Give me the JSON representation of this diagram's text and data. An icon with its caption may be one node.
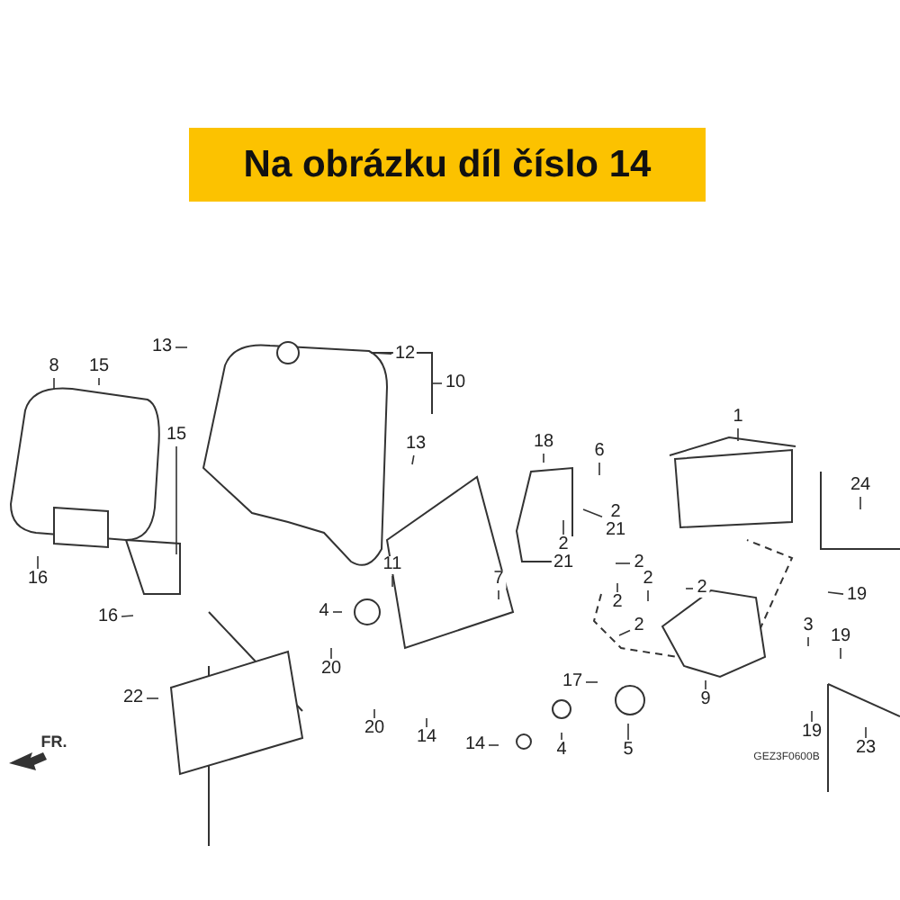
{
  "diagram": {
    "title": "Na obrázku díl číslo 14",
    "nodes": [
      {
        "text": [
          "13"
        ]
      },
      {
        "text": [
          "12"
        ]
      },
      {
        "text": [
          "8"
        ]
      },
      {
        "text": [
          "15"
        ]
      },
      {
        "text": [
          "10"
        ]
      },
      {
        "text": [
          "15"
        ]
      },
      {
        "text": [
          "13"
        ]
      },
      {
        "text": [
          "16"
        ]
      },
      {
        "text": [
          "16"
        ]
      },
      {
        "text": [
          "11"
        ]
      },
      {
        "text": [
          "4"
        ]
      },
      {
        "text": [
          "20"
        ]
      },
      {
        "text": [
          "22"
        ]
      },
      {
        "text": [
          "20"
        ]
      },
      {
        "text": [
          "14"
        ]
      },
      {
        "text": [
          "1"
        ]
      },
      {
        "text": [
          "18"
        ]
      },
      {
        "text": [
          "6"
        ]
      },
      {
        "text": [
          "2",
          "21"
        ]
      },
      {
        "text": [
          "2",
          "21"
        ]
      },
      {
        "text": [
          "24"
        ]
      },
      {
        "text": [
          "2"
        ]
      },
      {
        "text": [
          "2"
        ]
      },
      {
        "text": [
          "2"
        ]
      },
      {
        "text": [
          "7"
        ]
      },
      {
        "text": [
          "19"
        ]
      },
      {
        "text": [
          "3"
        ]
      },
      {
        "text": [
          "2"
        ]
      },
      {
        "text": [
          "2"
        ]
      },
      {
        "text": [
          "19"
        ]
      },
      {
        "text": [
          "17"
        ]
      },
      {
        "text": [
          "9"
        ]
      },
      {
        "text": [
          "19"
        ]
      },
      {
        "text": [
          "14"
        ]
      },
      {
        "text": [
          "4"
        ]
      },
      {
        "text": [
          "5"
        ]
      },
      {
        "text": [
          "23"
        ]
      }
    ],
    "edges": [
      {
        "from": 0,
        "to": null,
        "arrow": "none"
      },
      {
        "from": 1,
        "to": null,
        "arrow": "none"
      },
      {
        "from": 2,
        "to": null,
        "arrow": "none"
      },
      {
        "from": 3,
        "to": null,
        "arrow": "none"
      },
      {
        "from": 4,
        "to": null,
        "arrow": "none"
      },
      {
        "from": 5,
        "to": null,
        "arrow": "none"
      },
      {
        "from": 6,
        "to": null,
        "arrow": "none"
      },
      {
        "from": 7,
        "to": null,
        "arrow": "none"
      },
      {
        "from": 8,
        "to": null,
        "arrow": "none"
      },
      {
        "from": 9,
        "to": null,
        "arrow": "none"
      },
      {
        "from": 10,
        "to": null,
        "arrow": "none"
      },
      {
        "from": 11,
        "to": null,
        "arrow": "none"
      },
      {
        "from": 12,
        "to": null,
        "arrow": "none"
      },
      {
        "from": 13,
        "to": null,
        "arrow": "none"
      },
      {
        "from": 14,
        "to": null,
        "arrow": "none"
      },
      {
        "from": 15,
        "to": null,
        "arrow": "none"
      },
      {
        "from": 16,
        "to": null,
        "arrow": "none"
      },
      {
        "from": 17,
        "to": null,
        "arrow": "none"
      },
      {
        "from": 18,
        "to": null,
        "arrow": "none"
      },
      {
        "from": 19,
        "to": null,
        "arrow": "none"
      },
      {
        "from": 20,
        "to": null,
        "arrow": "none"
      },
      {
        "from": 21,
        "to": null,
        "arrow": "none"
      },
      {
        "from": 22,
        "to": null,
        "arrow": "none"
      },
      {
        "from": 23,
        "to": null,
        "arrow": "none"
      },
      {
        "from": 24,
        "to": null,
        "arrow": "none"
      },
      {
        "from": 25,
        "to": null,
        "arrow": "none"
      },
      {
        "from": 26,
        "to": null,
        "arrow": "none"
      },
      {
        "from": 27,
        "to": null,
        "arrow": "none"
      },
      {
        "from": 28,
        "to": null,
        "arrow": "none"
      },
      {
        "from": 29,
        "to": null,
        "arrow": "none"
      },
      {
        "from": 30,
        "to": null,
        "arrow": "none"
      },
      {
        "from": 31,
        "to": null,
        "arrow": "none"
      },
      {
        "from": 32,
        "to": null,
        "arrow": "none"
      },
      {
        "from": 33,
        "to": null,
        "arrow": "none"
      },
      {
        "from": 34,
        "to": null,
        "arrow": "none"
      },
      {
        "from": 35,
        "to": null,
        "arrow": "none"
      },
      {
        "from": 36,
        "to": null,
        "arrow": "none"
      }
    ],
    "labels": [
      "FR.",
      "GEZ3F0600B"
    ]
  }
}
